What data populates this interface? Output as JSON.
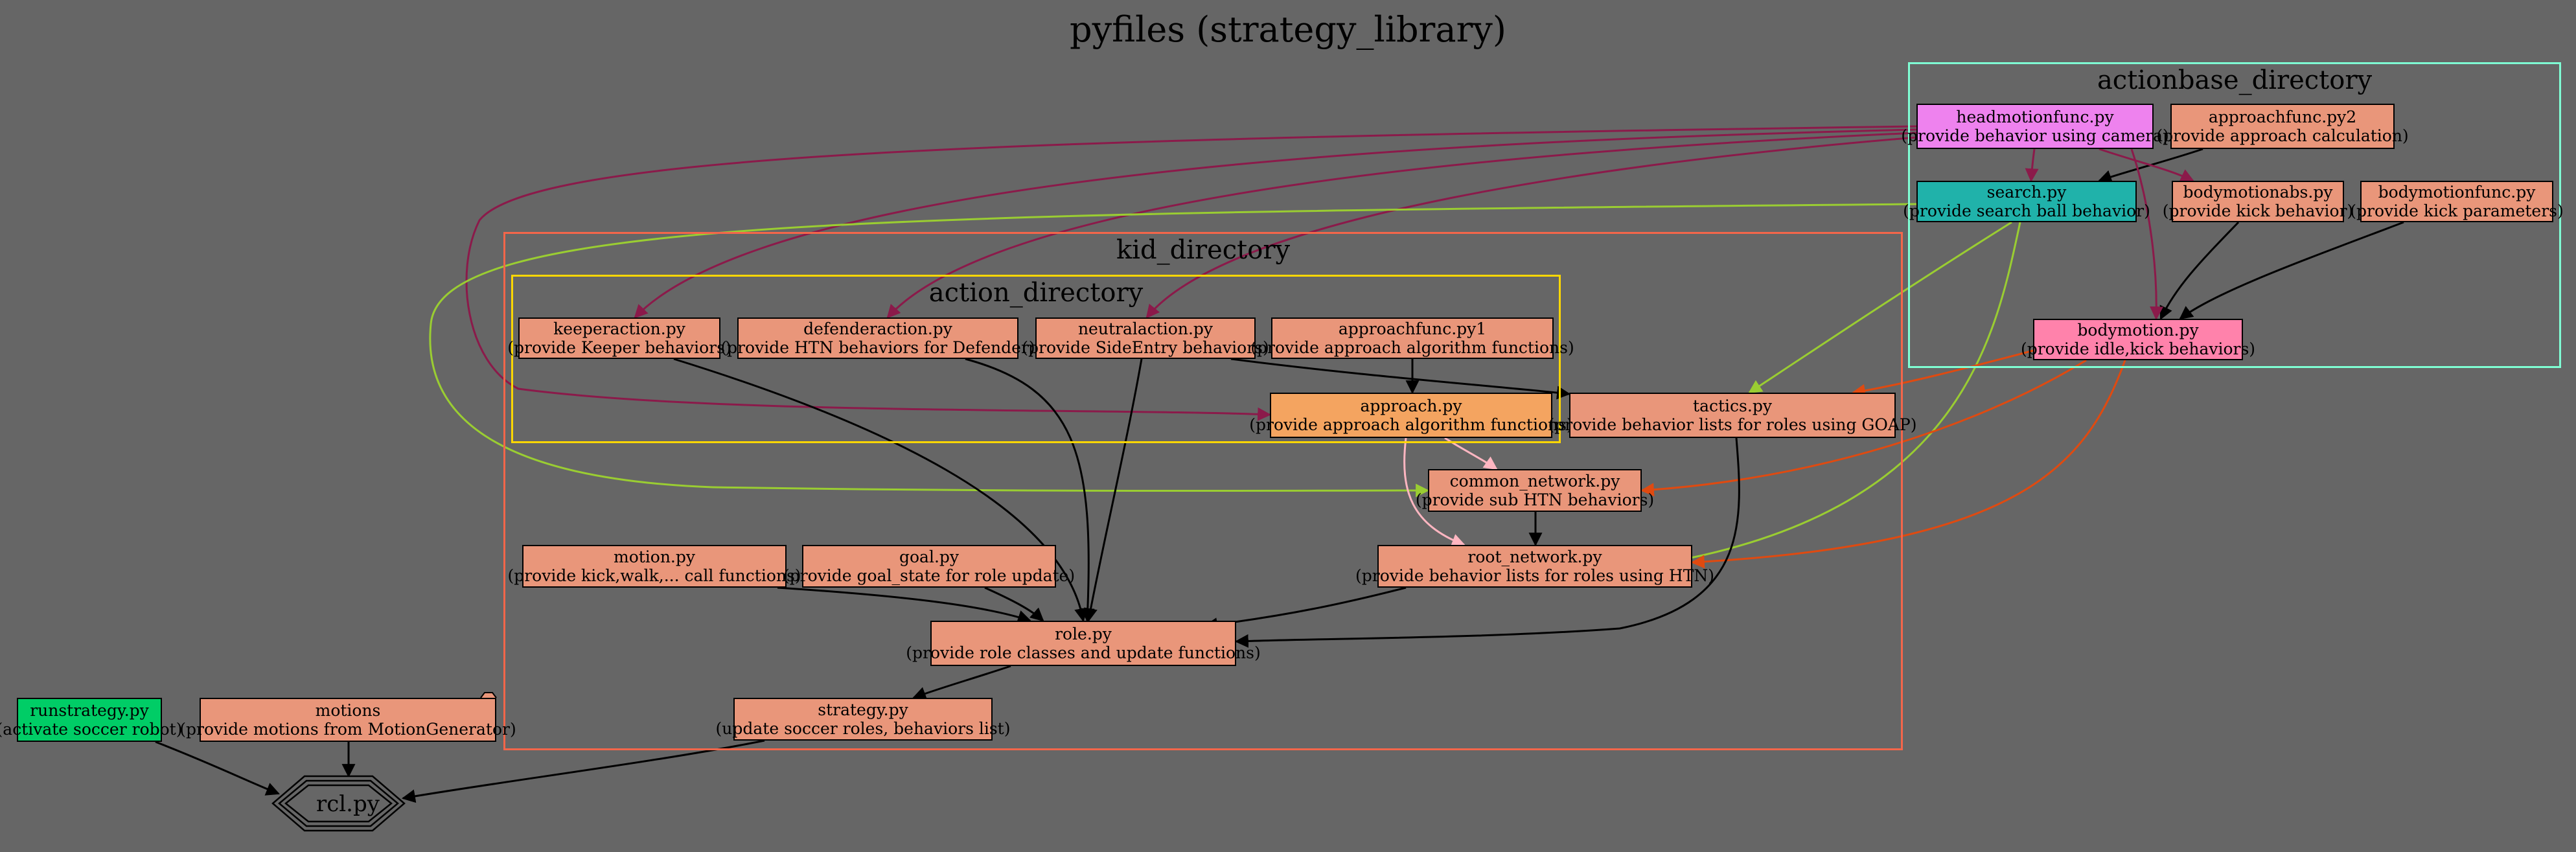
{
  "title": "pyfiles (strategy_library)",
  "colors": {
    "background": "#666666",
    "node_fill": "#e9967a",
    "cluster_kid": "#f4664a",
    "cluster_action": "#ffd700",
    "cluster_actionbase": "#7fffd4",
    "edge_black": "#000000",
    "edge_head": "#8b1a4a",
    "edge_search": "#9acd32",
    "edge_body": "#e04a10",
    "edge_approach": "#ffb6c1"
  },
  "clusters": {
    "kid": "kid_directory",
    "action": "action_directory",
    "actionbase": "actionbase_directory"
  },
  "nodes": {
    "headmotionfunc": {
      "name": "headmotionfunc.py",
      "desc": "(provide behavior using camera)",
      "fill": "#ee82ee"
    },
    "approachfunc2": {
      "name": "approachfunc.py2",
      "desc": "(provide approach calculation)",
      "fill": "#e9967a"
    },
    "search": {
      "name": "search.py",
      "desc": "(provide search ball behavior)",
      "fill": "#20b2aa"
    },
    "bodymotionabs": {
      "name": "bodymotionabs.py",
      "desc": "(provide kick behavior)",
      "fill": "#e9967a"
    },
    "bodymotionfunc": {
      "name": "bodymotionfunc.py",
      "desc": "(provide kick parameters)",
      "fill": "#e9967a"
    },
    "bodymotion": {
      "name": "bodymotion.py",
      "desc": "(provide idle,kick behaviors)",
      "fill": "#ff82ab"
    },
    "keeperaction": {
      "name": "keeperaction.py",
      "desc": "(provide Keeper behaviors)",
      "fill": "#e9967a"
    },
    "defenderaction": {
      "name": "defenderaction.py",
      "desc": "(provide HTN behaviors for Defender)",
      "fill": "#e9967a"
    },
    "neutralaction": {
      "name": "neutralaction.py",
      "desc": "(provide SideEntry behaviors)",
      "fill": "#e9967a"
    },
    "approachfunc1": {
      "name": "approachfunc.py1",
      "desc": "(provide approach algorithm functions)",
      "fill": "#e9967a"
    },
    "approach": {
      "name": "approach.py",
      "desc": "(provide approach algorithm functions)",
      "fill": "#f4a460"
    },
    "tactics": {
      "name": "tactics.py",
      "desc": "(provide behavior lists for roles using GOAP)",
      "fill": "#e9967a"
    },
    "common_network": {
      "name": "common_network.py",
      "desc": "(provide sub HTN behaviors)",
      "fill": "#e9967a"
    },
    "root_network": {
      "name": "root_network.py",
      "desc": "(provide behavior lists for roles using HTN)",
      "fill": "#e9967a"
    },
    "motion": {
      "name": "motion.py",
      "desc": "(provide kick,walk,... call functions)",
      "fill": "#e9967a"
    },
    "goal": {
      "name": "goal.py",
      "desc": "(provide goal_state for role update)",
      "fill": "#e9967a"
    },
    "role": {
      "name": "role.py",
      "desc": "(provide role classes and update functions)",
      "fill": "#e9967a"
    },
    "strategy": {
      "name": "strategy.py",
      "desc": "(update soccer roles, behaviors list)",
      "fill": "#e9967a"
    },
    "runstrategy": {
      "name": "runstrategy.py",
      "desc": "(activate soccer robot)",
      "fill": "#00cd66"
    },
    "motions": {
      "name": "motions",
      "desc": "(provide motions from MotionGenerator)",
      "fill": "#e9967a"
    },
    "rcl": {
      "name": "rcl.py",
      "desc": "",
      "fill": "#666666"
    }
  },
  "edges": [
    {
      "from": "approachfunc2",
      "to": "search",
      "color": "edge_black"
    },
    {
      "from": "bodymotionabs",
      "to": "bodymotion",
      "color": "edge_black"
    },
    {
      "from": "bodymotionfunc",
      "to": "bodymotion",
      "color": "edge_black"
    },
    {
      "from": "headmotionfunc",
      "to": "search",
      "color": "edge_head"
    },
    {
      "from": "headmotionfunc",
      "to": "bodymotionabs",
      "color": "edge_head"
    },
    {
      "from": "headmotionfunc",
      "to": "bodymotion",
      "color": "edge_head"
    },
    {
      "from": "headmotionfunc",
      "to": "keeperaction",
      "color": "edge_head"
    },
    {
      "from": "headmotionfunc",
      "to": "defenderaction",
      "color": "edge_head"
    },
    {
      "from": "headmotionfunc",
      "to": "neutralaction",
      "color": "edge_head"
    },
    {
      "from": "headmotionfunc",
      "to": "approach",
      "color": "edge_head"
    },
    {
      "from": "search",
      "to": "tactics",
      "color": "edge_search"
    },
    {
      "from": "search",
      "to": "root_network",
      "color": "edge_search"
    },
    {
      "from": "search",
      "to": "common_network",
      "color": "edge_search"
    },
    {
      "from": "bodymotion",
      "to": "tactics",
      "color": "edge_body"
    },
    {
      "from": "bodymotion",
      "to": "common_network",
      "color": "edge_body"
    },
    {
      "from": "bodymotion",
      "to": "root_network",
      "color": "edge_body"
    },
    {
      "from": "approachfunc1",
      "to": "approach",
      "color": "edge_black"
    },
    {
      "from": "neutralaction",
      "to": "tactics",
      "color": "edge_black"
    },
    {
      "from": "approach",
      "to": "common_network",
      "color": "edge_approach"
    },
    {
      "from": "approach",
      "to": "root_network",
      "color": "edge_approach"
    },
    {
      "from": "common_network",
      "to": "root_network",
      "color": "edge_black"
    },
    {
      "from": "keeperaction",
      "to": "role",
      "color": "edge_black"
    },
    {
      "from": "defenderaction",
      "to": "role",
      "color": "edge_black"
    },
    {
      "from": "neutralaction",
      "to": "role",
      "color": "edge_black"
    },
    {
      "from": "tactics",
      "to": "role",
      "color": "edge_black"
    },
    {
      "from": "root_network",
      "to": "role",
      "color": "edge_black"
    },
    {
      "from": "motion",
      "to": "role",
      "color": "edge_black"
    },
    {
      "from": "goal",
      "to": "role",
      "color": "edge_black"
    },
    {
      "from": "role",
      "to": "strategy",
      "color": "edge_black"
    },
    {
      "from": "runstrategy",
      "to": "rcl",
      "color": "edge_black"
    },
    {
      "from": "motions",
      "to": "rcl",
      "color": "edge_black"
    },
    {
      "from": "strategy",
      "to": "rcl",
      "color": "edge_black"
    }
  ]
}
